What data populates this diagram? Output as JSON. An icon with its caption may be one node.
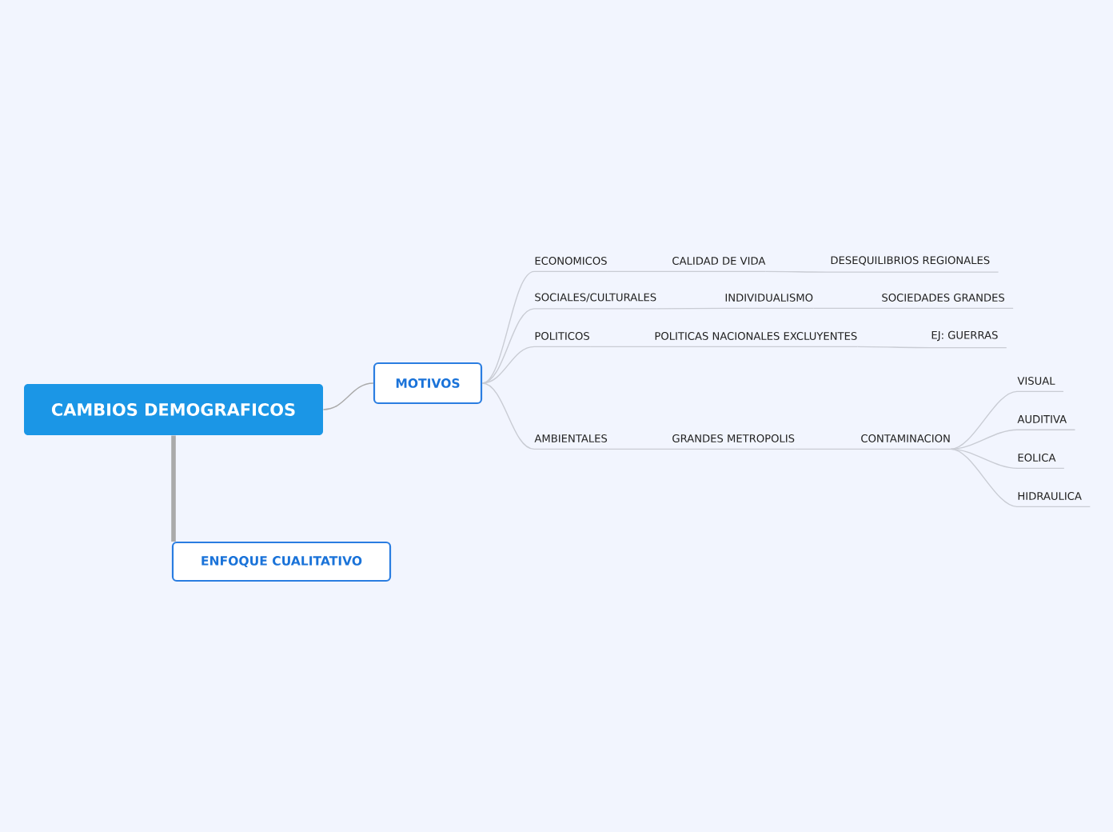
{
  "diagram": {
    "nodes": [
      {
        "text": [
          "CAMBIOS DEMOGRAFICOS"
        ]
      },
      {
        "text": [
          "MOTIVOS"
        ]
      },
      {
        "text": [
          "ECONOMICOS"
        ]
      },
      {
        "text": [
          "CALIDAD DE VIDA"
        ]
      },
      {
        "text": [
          "DESEQUILIBRIOS REGIONALES"
        ]
      },
      {
        "text": [
          "SOCIALES/CULTURALES"
        ]
      },
      {
        "text": [
          "INDIVIDUALISMO"
        ]
      },
      {
        "text": [
          "SOCIEDADES GRANDES"
        ]
      },
      {
        "text": [
          "POLITICOS"
        ]
      },
      {
        "text": [
          "POLITICAS NACIONALES EXCLUYENTES"
        ]
      },
      {
        "text": [
          "EJ: GUERRAS"
        ]
      },
      {
        "text": [
          "AMBIENTALES"
        ]
      },
      {
        "text": [
          "GRANDES METROPOLIS"
        ]
      },
      {
        "text": [
          "CONTAMINACION"
        ]
      },
      {
        "text": [
          "VISUAL"
        ]
      },
      {
        "text": [
          "AUDITIVA"
        ]
      },
      {
        "text": [
          "EOLICA"
        ]
      },
      {
        "text": [
          "HIDRAULICA"
        ]
      },
      {
        "text": [
          "ENFOQUE CUALITATIVO"
        ]
      }
    ],
    "edges": [
      {
        "from": 0,
        "to": 1,
        "arrow": "none",
        "color": "#aaaaaa"
      },
      {
        "from": 1,
        "to": 2,
        "arrow": "none"
      },
      {
        "from": 2,
        "to": 3,
        "arrow": "none"
      },
      {
        "from": 3,
        "to": 4,
        "arrow": "none"
      },
      {
        "from": 1,
        "to": 5,
        "arrow": "none"
      },
      {
        "from": 5,
        "to": 6,
        "arrow": "none"
      },
      {
        "from": 6,
        "to": 7,
        "arrow": "none"
      },
      {
        "from": 1,
        "to": 8,
        "arrow": "none"
      },
      {
        "from": 8,
        "to": 9,
        "arrow": "none"
      },
      {
        "from": 9,
        "to": 10,
        "arrow": "none"
      },
      {
        "from": 1,
        "to": 11,
        "arrow": "none"
      },
      {
        "from": 11,
        "to": 12,
        "arrow": "none"
      },
      {
        "from": 12,
        "to": 13,
        "arrow": "none"
      },
      {
        "from": 13,
        "to": 14,
        "arrow": "none"
      },
      {
        "from": 13,
        "to": 15,
        "arrow": "none"
      },
      {
        "from": 13,
        "to": 16,
        "arrow": "none"
      },
      {
        "from": 13,
        "to": 17,
        "arrow": "none"
      },
      {
        "from": 0,
        "to": 18,
        "arrow": "none",
        "style": "thick",
        "color": "#aaaaaa"
      }
    ]
  }
}
